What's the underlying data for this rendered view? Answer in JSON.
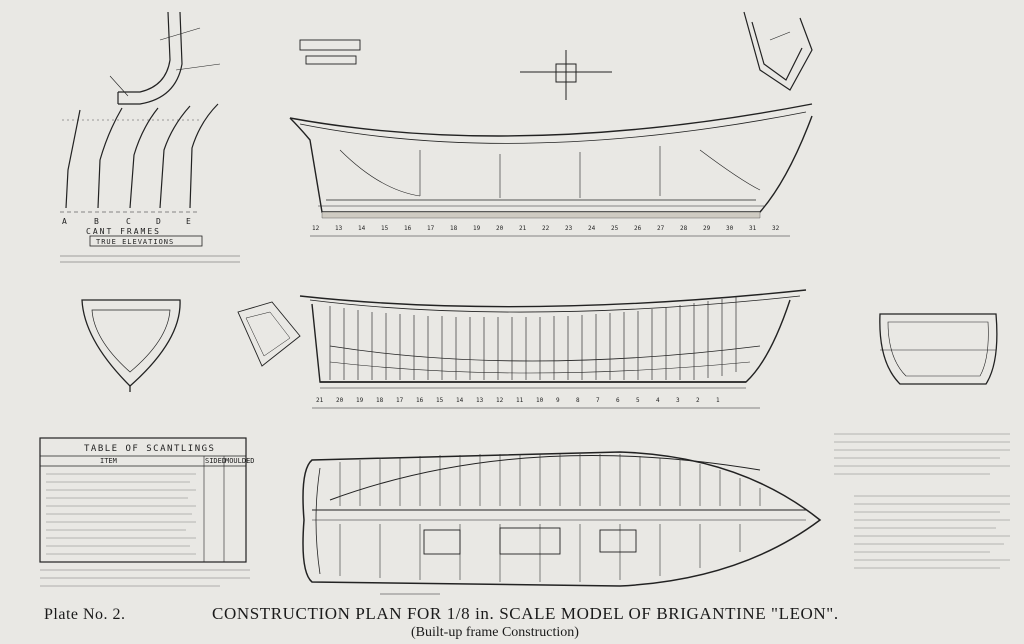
{
  "caption": {
    "plate": "Plate No. 2.",
    "title": "CONSTRUCTION PLAN FOR 1/8 in. SCALE MODEL OF BRIGANTINE \"LEON\".",
    "subtitle": "(Built-up frame Construction)"
  },
  "cant_frames": {
    "label_1": "CANT FRAMES",
    "label_2": "TRUE ELEVATIONS",
    "frame_letters": [
      "A",
      "B",
      "C",
      "D",
      "E"
    ]
  },
  "scantlings_table": {
    "title": "TABLE OF SCANTLINGS",
    "col_item": "ITEM",
    "col_sided": "SIDED",
    "col_moulded": "MOULDED"
  },
  "station_numbers_top": [
    "12",
    "13",
    "14",
    "15",
    "16",
    "17",
    "18",
    "19",
    "20",
    "21",
    "22",
    "23",
    "24",
    "25",
    "26",
    "27",
    "28",
    "29",
    "30",
    "31",
    "32"
  ],
  "station_numbers_mid": [
    "21",
    "20",
    "19",
    "18",
    "17",
    "16",
    "15",
    "14",
    "13",
    "12",
    "11",
    "10",
    "9",
    "8",
    "7",
    "6",
    "5",
    "4",
    "3",
    "2",
    "1"
  ]
}
